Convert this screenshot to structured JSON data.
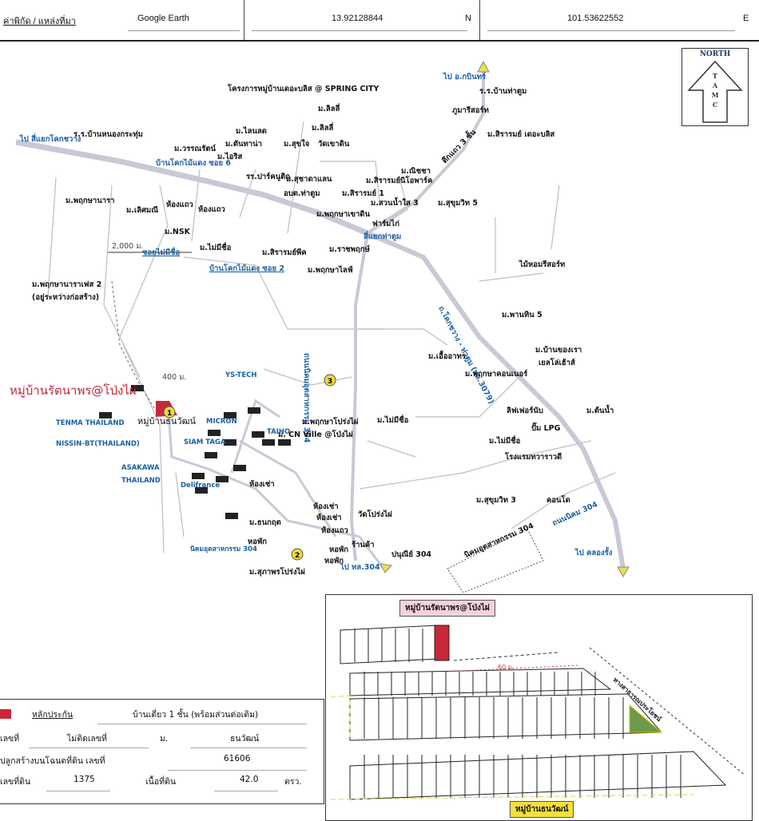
{
  "header": {
    "label": "ค่าพิกัด / แหล่งที่มา",
    "source": "Google Earth",
    "latitude": "13.92128844",
    "lat_dir": "N",
    "longitude": "101.53622552",
    "lon_dir": "E"
  },
  "compass": {
    "title": "NORTH",
    "letters": [
      "T",
      "A",
      "M",
      "C"
    ]
  },
  "map": {
    "project_title": "โครงการหมู่บ้านเดอะบลิส @ SPRING CITY",
    "subject_title": "หมู่บ้านรัตนาพร@โป่งไผ่",
    "distance_2000": "2,000 ม.",
    "distance_400": "400 ม.",
    "roads": {
      "to_kok_chawang": "ไป สี่แยกโคกชวาง",
      "to_kabin": "ไป อ.กบินทร์",
      "to_khlong_rang": "ไป คลองรั้ง",
      "to_hwy304": "ไป ทล.304",
      "road_304_vertical": "ถนนนิคมอุตสาหกรรม 304",
      "road_3079": "ถ.โคกชวาง - ท่าตูม (ทล.3079)",
      "road_304_nikom": "ถนนนิคม 304",
      "soi_6": "บ้านโคกไม้แดง ซอย 6",
      "soi_2": "บ้านโคกไม้แดง ซอย 2",
      "soi_noname": "ซอยไม่มีชื่อ",
      "junction": "สี่แยกท่าตูม"
    },
    "labels": [
      "ร.ร.บ้านหนองกระทุ่ม",
      "ม.พฤกษานารา",
      "ม.เลิศมณี",
      "ห้องแถว",
      "ห้องแถว",
      "ม.NSK",
      "ม.ไม่มีชื่อ",
      "ม.วรรณรัตน์",
      "ม.ไอริส",
      "ม.ไลนลด",
      "ม.ตันทาน่า",
      "ม.ลิลลี่",
      "ม.ลิลลี่",
      "ม.สุขใจ",
      "วัดเขาดิน",
      "รร.ปาร์คนูติก",
      "ม.สุชาดาแลน",
      "อบต.ท่าตูม",
      "ม.พฤกษาเขาดิน",
      "ม.สิรารมย์ 1",
      "ม.สิรารมย์นิโอพาร์ค",
      "ม.สวนน้ำใส 3",
      "ม.ณิชชา",
      "ม.สุขุมวิท 5",
      "ฟาร์มไก่",
      "ตึกแถว 3 ชั้น",
      "ภูมารีสอร์ท",
      "ร.ร.บ้านท่าตูม",
      "ม.สิรารมย์ เดอะบลิส",
      "ม.สิรารมย์พีค",
      "ม.ราชพฤกษ์",
      "ม.พฤกษาไลฟ์",
      "ม.พฤกษานาราเฟส 2",
      "(อยู่ระหว่างก่อสร้าง)",
      "ไม้หอมรีสอร์ท",
      "ม.พานทิน 5",
      "ม.บ้านของเรา",
      "เยลโล่เฮ้าส์",
      "ม.เอื้ออาทร",
      "ม.พฤกษาคอนเนอร์",
      "ลิฟเฟอร์นับ",
      "ม.ต้นน้ำ",
      "ปั๊ม LPG",
      "ม.ไม่มีชื่อ",
      "โรงแรมทวาราวดี",
      "ม.สุขุมวิท 3",
      "คอนโด",
      "ม. CN Ville @โป่งไผ่",
      "ม.พฤกษาโปร่งไผ่",
      "ม.ไม่มีชื่อ",
      "หมู่บ้านธนวัฒน์",
      "ห้องเช่า",
      "ห้องเช่า",
      "ห้องเช่า",
      "ห้องแถว",
      "ม.ธนกฤต",
      "หอพัก",
      "หอพัก",
      "หอพัก",
      "ร้านค้า",
      "วัดโปร่งไผ่",
      "ปนุณีย์ 304",
      "ม.สุภาพรโปร่งไผ่",
      "นิคมอุตสาหกรรม 304"
    ],
    "factories": [
      "YS-TECH",
      "TENMA THAILAND",
      "NISSIN-BT(THAILAND)",
      "MICRON",
      "SIAM TAGA",
      "TAIHO",
      "ASAKAWA",
      "THAILAND",
      "Delifrance",
      "นิคมอุตสาหกรรม 304"
    ],
    "markers": [
      "1",
      "2",
      "3"
    ],
    "industrial_estate_box": "นิคมอุตสาหกรรม 304"
  },
  "legend": {
    "swatch_color": "#c8283a",
    "collateral_label": "หลักประกัน",
    "collateral_type": "บ้านเดี่ยว 1 ชั้น (พร้อมส่วนต่อเติม)",
    "house_no_label": "เลขที่",
    "house_no_value": "ไม่ติดเลขที่",
    "village_label": "ม.",
    "village_value": "ธนวัฒน์",
    "deed_label": "ปลูกสร้างบนโฉนดที่ดิน เลขที่",
    "deed_value": "61606",
    "land_no_label": "เลขที่ดิน",
    "land_no_value": "1375",
    "area_label": "เนื้อที่ดิน",
    "area_value": "42.0",
    "area_unit": "ตรว."
  },
  "plan": {
    "top_tag": "หมู่บ้านรัตนาพร@โป่งไผ่",
    "bottom_tag": "หมู่บ้านธนวัฒน์",
    "road_label": "ทางสาธารณประโยชน์",
    "distance": "60 ม.",
    "subject_color": "#c8283a",
    "green_color": "#6a9a4a",
    "top_tag_color": "#f4d2dc",
    "bottom_tag_color": "#f3e03a"
  }
}
